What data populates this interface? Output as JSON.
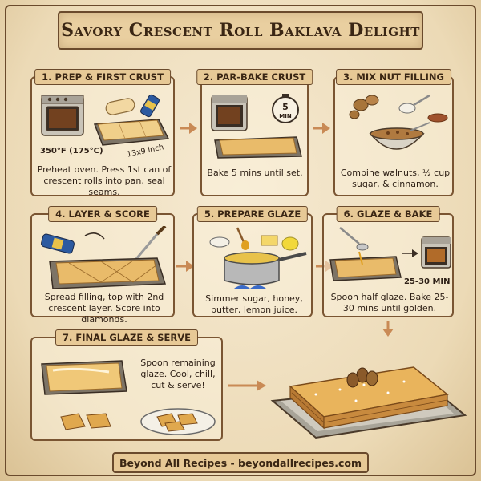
{
  "title": "Savory Crescent Roll Baklava Delight",
  "steps": [
    {
      "label": "1. PREP & FIRST CRUST",
      "desc": "Preheat oven. Press 1st can of crescent rolls into pan, seal seams.",
      "note1": "350°F (175°C)",
      "note2": "13x9 inch"
    },
    {
      "label": "2. PAR-BAKE CRUST",
      "desc": "Bake 5 mins until set.",
      "timer": "5",
      "timer_unit": "MIN"
    },
    {
      "label": "3. MIX NUT FILLING",
      "desc": "Combine walnuts, ½ cup sugar, & cinnamon."
    },
    {
      "label": "4. LAYER & SCORE",
      "desc": "Spread filling, top with 2nd crescent layer. Score into diamonds."
    },
    {
      "label": "5. PREPARE GLAZE",
      "desc": "Simmer sugar, honey, butter, lemon juice."
    },
    {
      "label": "6. GLAZE & BAKE",
      "desc": "Spoon half glaze. Bake 25-30 mins until golden.",
      "note1": "25-30 MIN"
    },
    {
      "label": "7. FINAL GLAZE & SERVE",
      "desc": "Spoon remaining glaze. Cool, chill, cut & serve!"
    }
  ],
  "footer": "Beyond All Recipes - beyondallrecipes.com",
  "colors": {
    "border": "#6a4a2c",
    "parchment": "#f6ead2",
    "pastry": "#e0a84e",
    "arrow": "#c98a55"
  }
}
